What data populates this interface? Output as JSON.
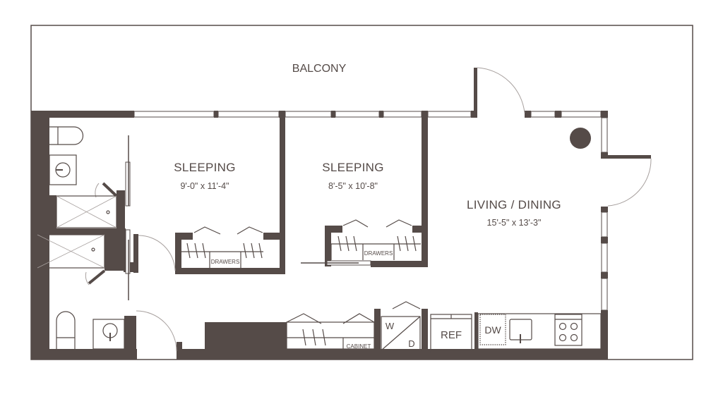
{
  "floorplan": {
    "colors": {
      "wall": "#554b48",
      "line": "#554b48",
      "thin": "#a7a09e",
      "background": "#ffffff"
    },
    "exterior": {
      "balcony_label": "BALCONY"
    },
    "rooms": [
      {
        "name": "SLEEPING",
        "dimensions": "9'-0\" x 11'-4\""
      },
      {
        "name": "SLEEPING",
        "dimensions": "8'-5\" x 10'-8\""
      },
      {
        "name": "LIVING / DINING",
        "dimensions": "15'-5\" x 13'-3\""
      }
    ],
    "fixtures": {
      "drawers_1": "DRAWERS",
      "drawers_2": "DRAWERS",
      "cabinet": "CABINET",
      "washer": "W",
      "dryer": "D",
      "refrigerator": "REF",
      "dishwasher": "DW"
    },
    "icons": {
      "toilet": "toilet-icon",
      "sink": "sink-icon",
      "shower": "shower-icon",
      "stove": "stove-icon",
      "column": "column-icon",
      "door_swing": "door-swing-icon"
    }
  }
}
